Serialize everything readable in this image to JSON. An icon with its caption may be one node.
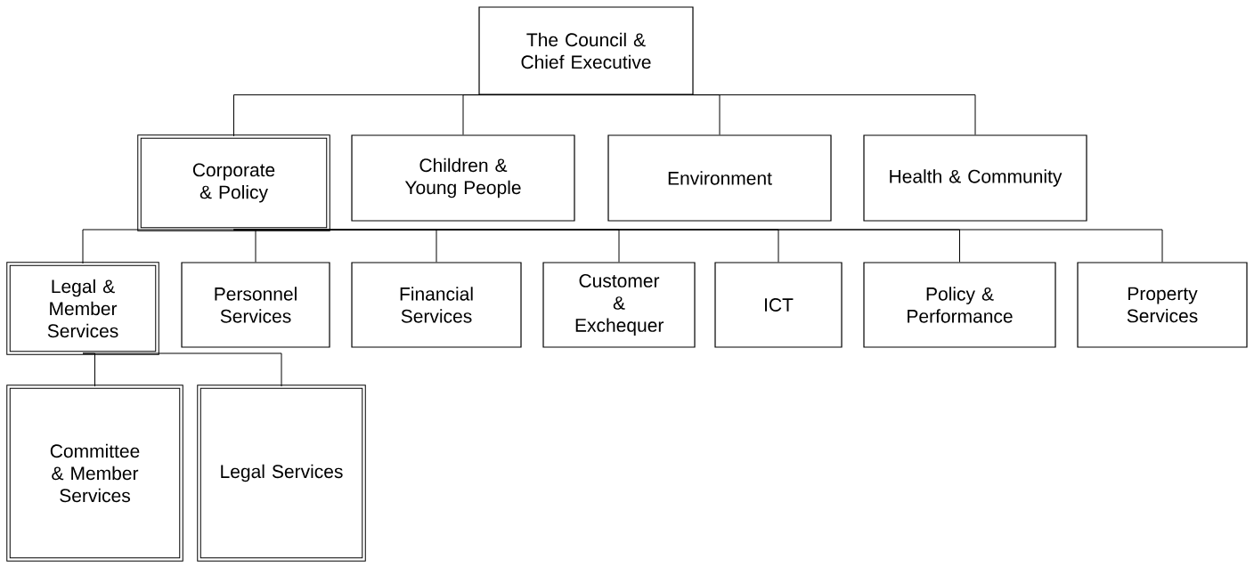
{
  "diagram": {
    "nodes": [
      {
        "text": [
          "The Council & Chief Executive"
        ]
      },
      {
        "text": [
          "Corporate & Policy"
        ]
      },
      {
        "text": [
          "Children & Young People"
        ]
      },
      {
        "text": [
          "Environment"
        ]
      },
      {
        "text": [
          "Health & Community"
        ]
      },
      {
        "text": [
          "Legal & Member Services"
        ]
      },
      {
        "text": [
          "Personnel Services"
        ]
      },
      {
        "text": [
          "Financial Services"
        ]
      },
      {
        "text": [
          "Customer & Exchequer"
        ]
      },
      {
        "text": [
          "ICT"
        ]
      },
      {
        "text": [
          "Policy & Performance"
        ]
      },
      {
        "text": [
          "Property Services"
        ]
      },
      {
        "text": [
          "Committee & Member Services"
        ]
      },
      {
        "text": [
          "Legal Services"
        ]
      }
    ],
    "edges": [
      {
        "from": 0,
        "to": 1,
        "arrow": "none"
      },
      {
        "from": 0,
        "to": 2,
        "arrow": "none"
      },
      {
        "from": 0,
        "to": 3,
        "arrow": "none"
      },
      {
        "from": 0,
        "to": 4,
        "arrow": "none"
      },
      {
        "from": 1,
        "to": 5,
        "arrow": "none"
      },
      {
        "from": 1,
        "to": 6,
        "arrow": "none"
      },
      {
        "from": 1,
        "to": 7,
        "arrow": "none"
      },
      {
        "from": 1,
        "to": 8,
        "arrow": "none"
      },
      {
        "from": 1,
        "to": 9,
        "arrow": "none"
      },
      {
        "from": 1,
        "to": 10,
        "arrow": "none"
      },
      {
        "from": 1,
        "to": 11,
        "arrow": "none"
      },
      {
        "from": 5,
        "to": 12,
        "arrow": "none"
      },
      {
        "from": 5,
        "to": 13,
        "arrow": "none"
      }
    ]
  }
}
